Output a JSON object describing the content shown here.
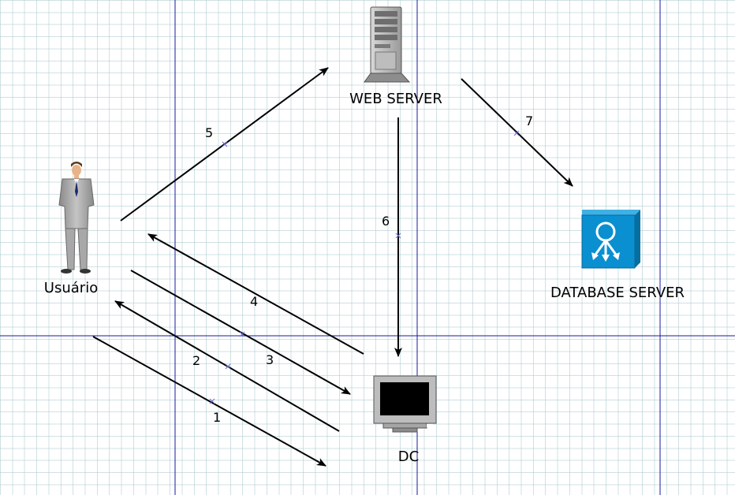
{
  "nodes": {
    "user": {
      "label": "Usuário",
      "icon": "person-icon"
    },
    "web_server": {
      "label": "WEB SERVER",
      "icon": "server-tower-icon"
    },
    "dc": {
      "label": "DC",
      "icon": "monitor-icon"
    },
    "database_server": {
      "label": "DATABASE SERVER",
      "icon": "database-server-icon"
    }
  },
  "edges": [
    {
      "label": "1",
      "from": "Usuário",
      "to": "DC"
    },
    {
      "label": "2",
      "from": "DC",
      "to": "Usuário"
    },
    {
      "label": "3",
      "from": "Usuário",
      "to": "DC"
    },
    {
      "label": "4",
      "from": "DC",
      "to": "Usuário"
    },
    {
      "label": "5",
      "from": "Usuário",
      "to": "WEB SERVER"
    },
    {
      "label": "6",
      "from": "WEB SERVER",
      "to": "DC"
    },
    {
      "label": "7",
      "from": "WEB SERVER",
      "to": "DATABASE SERVER"
    }
  ],
  "colors": {
    "guide_lines": "#1a1aa0",
    "grid": "#aac8cd",
    "database_icon": "#0a8fd0",
    "edges": "#000000"
  }
}
